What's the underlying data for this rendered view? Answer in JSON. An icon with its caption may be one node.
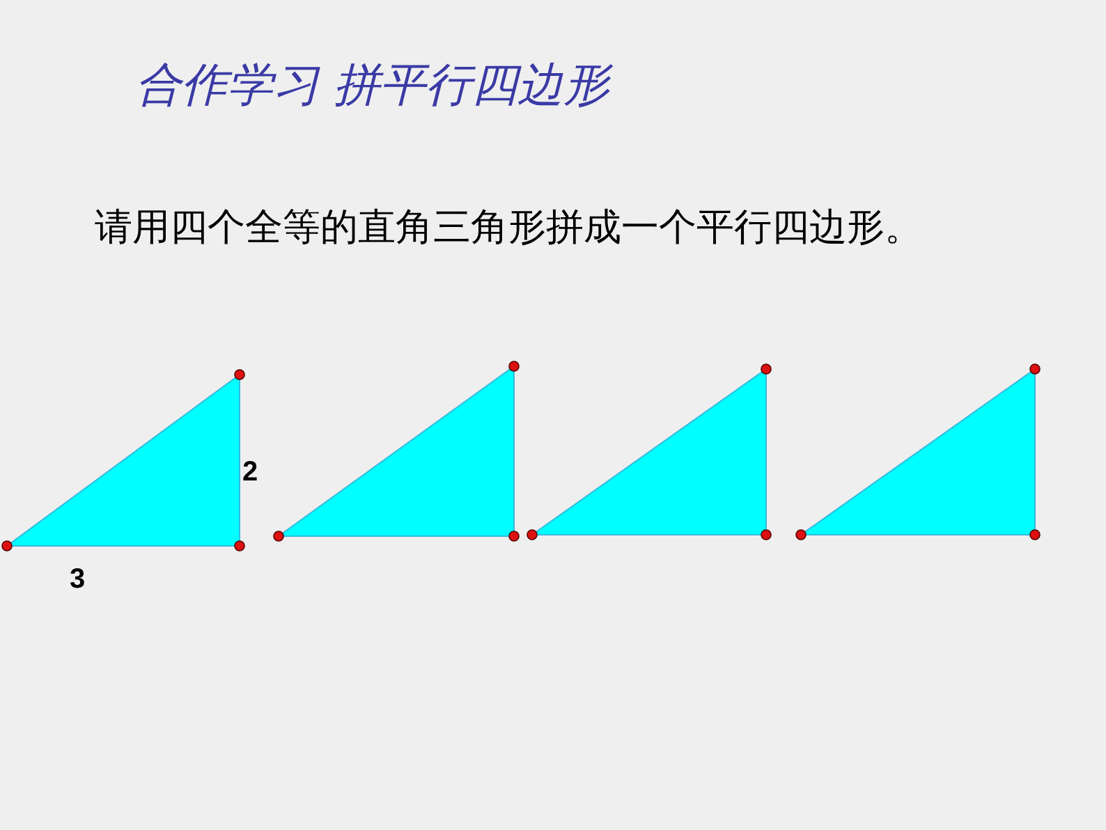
{
  "diagram": {
    "title": "合作学习 拼平行四边形",
    "labels": [
      "请用四个全等的直角三角形拼成一个平行四边形。",
      "2",
      "3"
    ]
  }
}
